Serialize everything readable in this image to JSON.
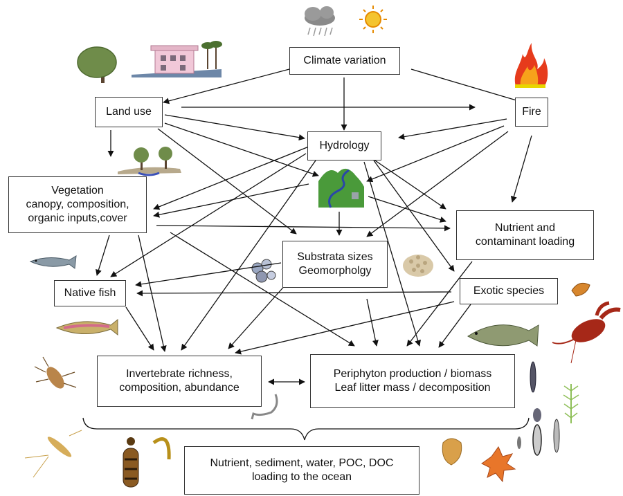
{
  "nodes": {
    "climate": {
      "lines": [
        "Climate variation"
      ]
    },
    "landuse": {
      "lines": [
        "Land use"
      ]
    },
    "fire": {
      "lines": [
        "Fire"
      ]
    },
    "hydrology": {
      "lines": [
        "Hydrology"
      ]
    },
    "vegetation": {
      "lines": [
        "Vegetation",
        "canopy, composition,",
        "organic inputs,cover"
      ]
    },
    "nutrient": {
      "lines": [
        "Nutrient and",
        "contaminant loading"
      ]
    },
    "substrata": {
      "lines": [
        "Substrata sizes",
        "Geomorpholgy"
      ]
    },
    "nativefish": {
      "lines": [
        "Native fish"
      ]
    },
    "exotic": {
      "lines": [
        "Exotic species"
      ]
    },
    "invert": {
      "lines": [
        "Invertebrate richness,",
        "composition, abundance"
      ]
    },
    "periphyton": {
      "lines": [
        "Periphyton production / biomass",
        "Leaf litter mass / decomposition"
      ]
    },
    "ocean": {
      "lines": [
        "Nutrient, sediment, water, POC, DOC",
        "loading to the ocean"
      ]
    }
  },
  "icons": [
    "rain-cloud-icon",
    "sun-icon",
    "fire-icon",
    "tree-icon",
    "house-icon",
    "riparian-trees-icon",
    "watershed-icon",
    "fish-icon",
    "trout-icon",
    "rocks-icon",
    "gravel-icon",
    "snail-icon",
    "crayfish-icon",
    "bass-icon",
    "insect-larva-icon",
    "mayfly-icon",
    "caddisfly-icon",
    "worm-icon",
    "diatom-icon",
    "algae-icon",
    "leaf-icon"
  ]
}
